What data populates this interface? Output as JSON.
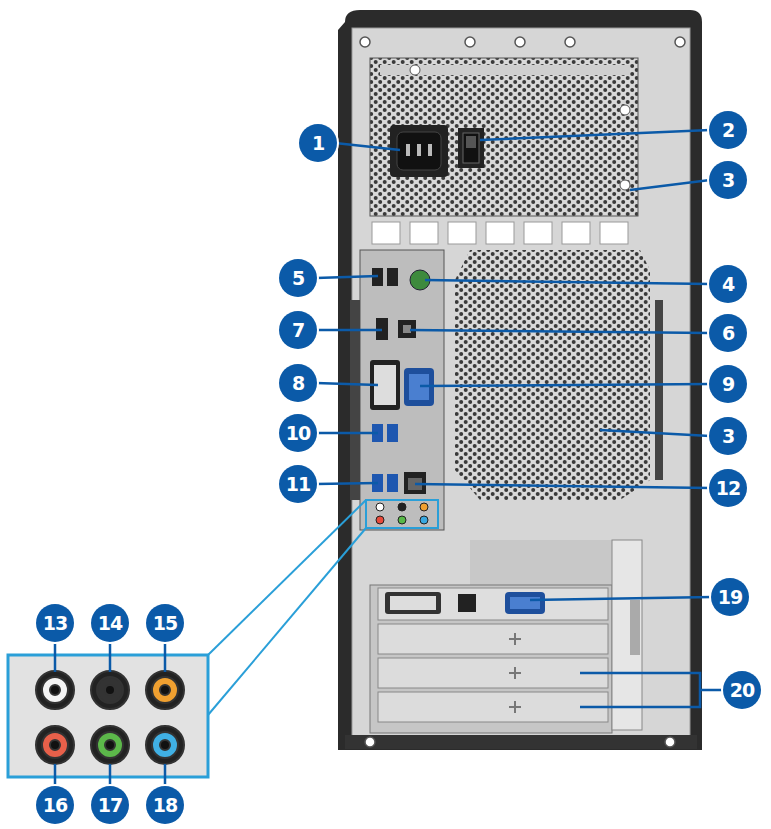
{
  "diagram": {
    "labels": [
      "1",
      "2",
      "3",
      "5",
      "4",
      "7",
      "6",
      "8",
      "9",
      "10",
      "3",
      "11",
      "12",
      "13",
      "14",
      "15",
      "16",
      "17",
      "18",
      "19",
      "20"
    ]
  }
}
